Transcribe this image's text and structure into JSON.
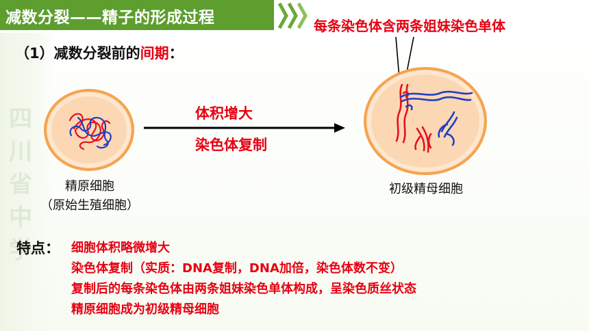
{
  "header": {
    "title": "减数分裂——精子的形成过程"
  },
  "annotation": {
    "text": "每条染色体含两条姐妹染色单体"
  },
  "section": {
    "prefix": "（1）减数分裂前的",
    "highlight": "间期",
    "suffix": "："
  },
  "arrow": {
    "label_1": "体积增大",
    "label_2": "染色体复制"
  },
  "cells": {
    "left_name": "精原细胞",
    "left_alias": "（原始生殖细胞）",
    "right_name": "初级精母细胞"
  },
  "watermark": [
    "四",
    "川",
    "省",
    "",
    "中",
    "学"
  ],
  "features": {
    "label": "特点：",
    "items": [
      "细胞体积略微增大",
      "染色体复制（实质：DNA复制，DNA加倍，染色体数不变）",
      "复制后的每条染色体由两条姐妹染色单体构成，呈染色质丝状态",
      "精原细胞成为初级精母细胞"
    ]
  },
  "colors": {
    "header_green": "#5d9e2f",
    "chevron_green": "#6aa83a",
    "emphasis_red": "#e60012",
    "cell_fill": "#fbd7b4",
    "cell_border": "#f6a34f",
    "chromosome_red": "#e8101c",
    "chromosome_blue": "#1f3fc4"
  }
}
